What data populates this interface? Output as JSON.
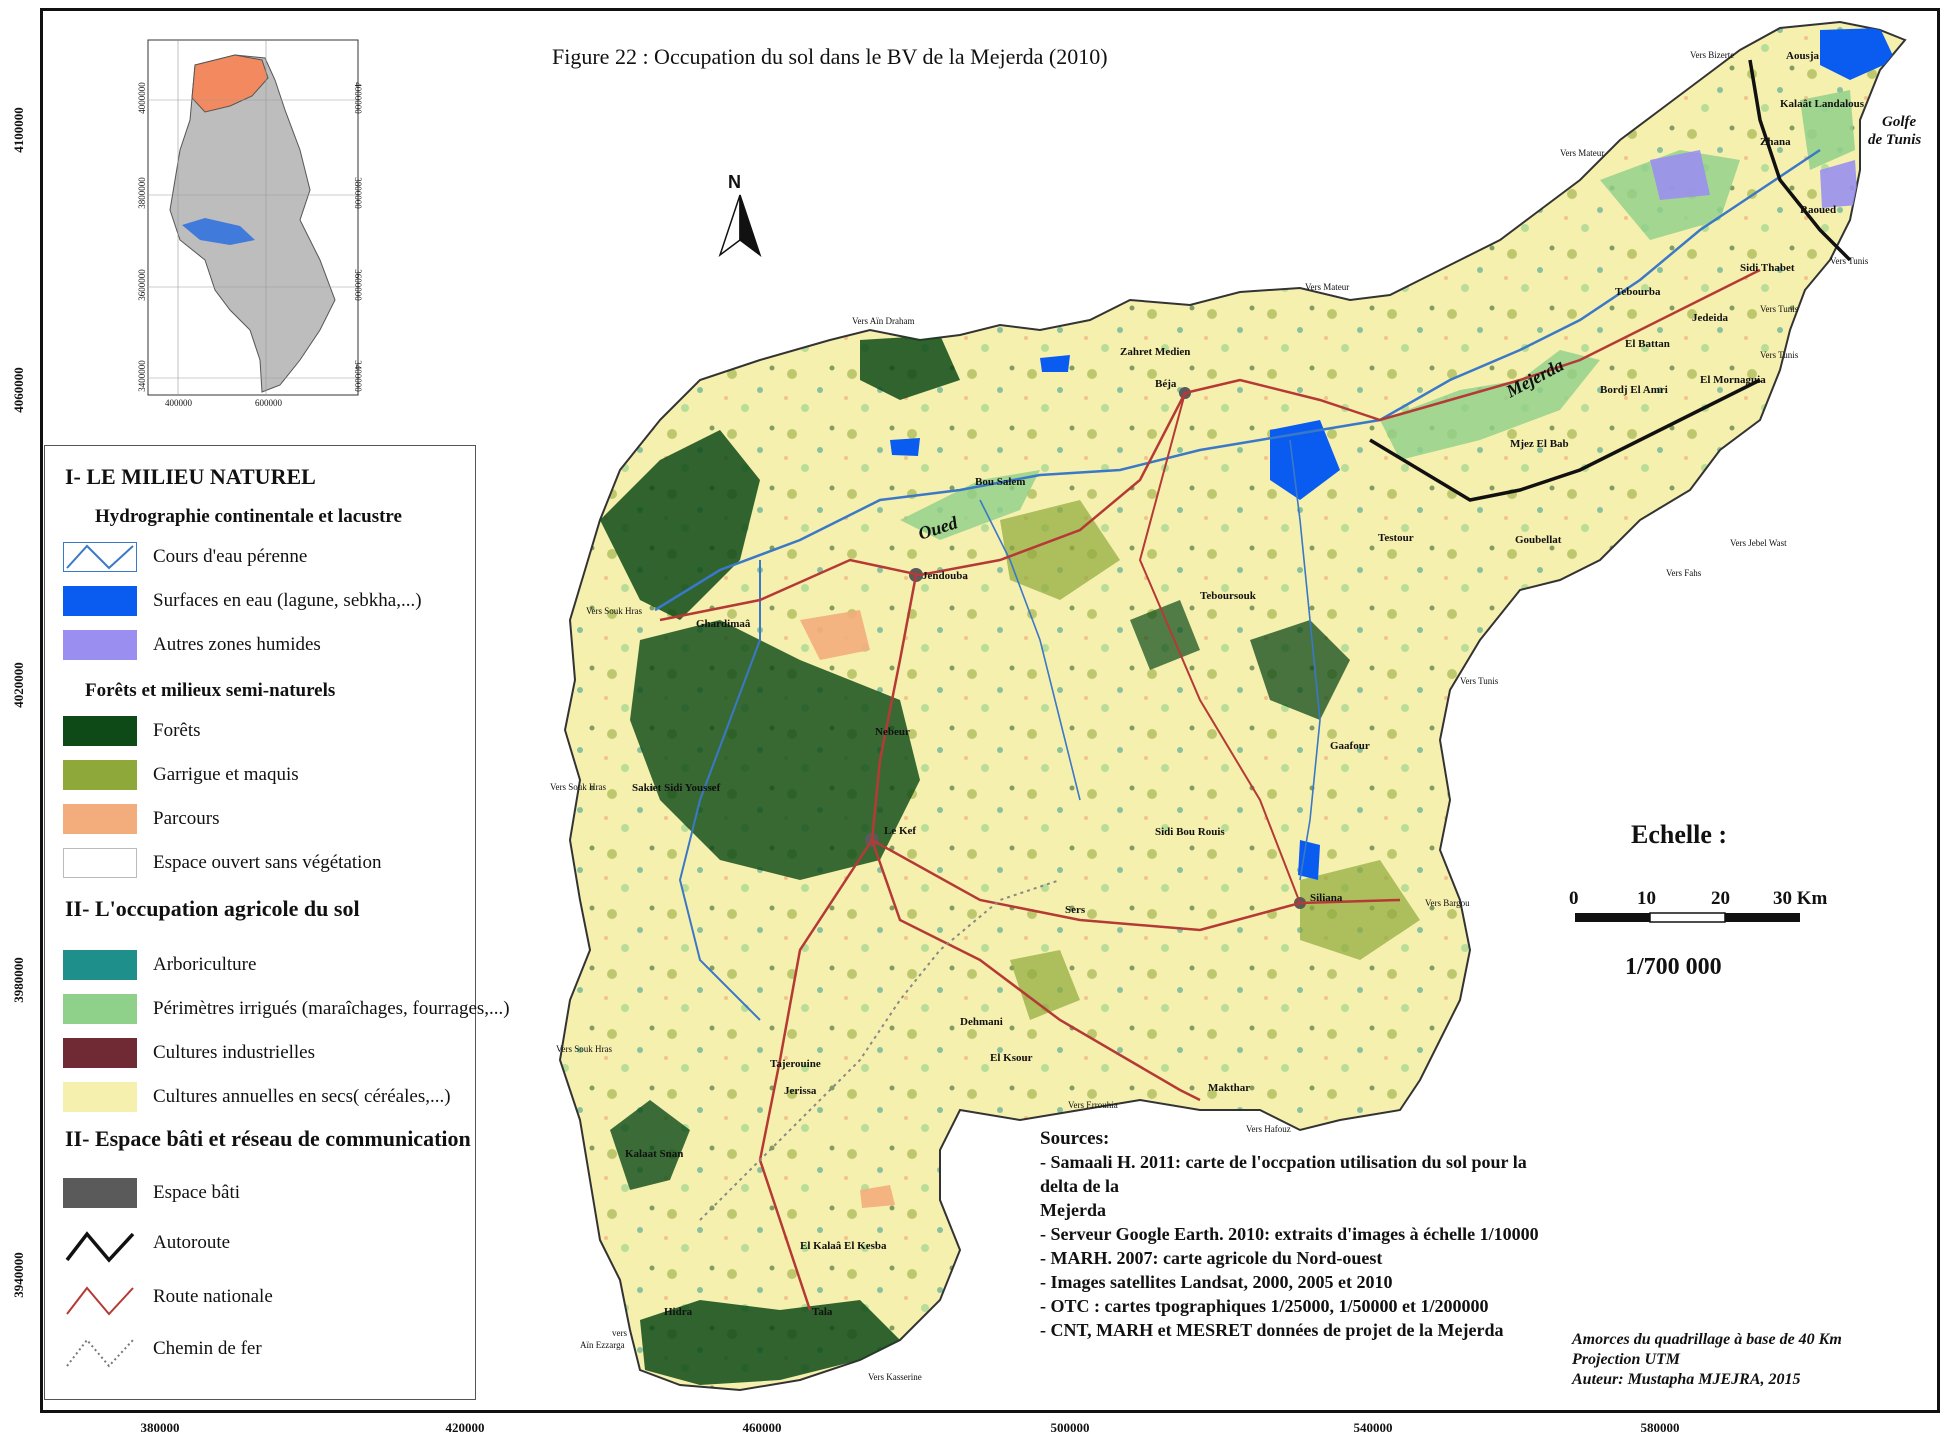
{
  "title": "Figure 22 : Occupation du sol dans le BV de la Mejerda (2010)",
  "axes": {
    "y_ticks": [
      "4100000",
      "4060000",
      "4020000",
      "3980000",
      "3940000"
    ],
    "x_ticks": [
      "380000",
      "420000",
      "460000",
      "500000",
      "540000",
      "580000"
    ]
  },
  "inset": {
    "x_ticks": [
      "400000",
      "600000"
    ],
    "y_ticks_left": [
      "4000000",
      "3800000",
      "3600000",
      "3400000"
    ],
    "y_ticks_right": [
      "4000000",
      "3800000",
      "3600000",
      "3400000"
    ]
  },
  "north_arrow": {
    "label": "N"
  },
  "legend": {
    "section1": "I- LE MILIEU NATUREL",
    "sub1": "Hydrographie continentale et lacustre",
    "items1": [
      {
        "label": "Cours d'eau pérenne",
        "color": "#3a78c8",
        "kind": "river"
      },
      {
        "label": "Surfaces en eau (lagune, sebkha,...)",
        "color": "#0a5cf0",
        "kind": "fill"
      },
      {
        "label": "Autres zones humides",
        "color": "#9a8ff0",
        "kind": "fill"
      }
    ],
    "sub2": "Forêts et milieux semi-naturels",
    "items2": [
      {
        "label": "Forêts",
        "color": "#0d4a18",
        "kind": "fill"
      },
      {
        "label": "Garrigue et maquis",
        "color": "#8ea83a",
        "kind": "fill"
      },
      {
        "label": "Parcours",
        "color": "#f3ad7c",
        "kind": "fill"
      },
      {
        "label": "Espace ouvert sans végétation",
        "color": "#ffffff",
        "kind": "fill"
      }
    ],
    "section2": "II- L'occupation agricole du sol",
    "items3": [
      {
        "label": "Arboriculture",
        "color": "#1f8f8c",
        "kind": "fill"
      },
      {
        "label": "Périmètres irrigués (maraîchages, fourrages,...)",
        "color": "#8fd08a",
        "kind": "fill"
      },
      {
        "label": "Cultures industrielles",
        "color": "#6f2a34",
        "kind": "fill"
      },
      {
        "label": "Cultures annuelles en secs( céréales,...)",
        "color": "#f6f0ae",
        "kind": "fill"
      }
    ],
    "section3": "II- Espace bâti et réseau de communication",
    "items4": [
      {
        "label": "Espace bâti",
        "color": "#5a5a5a",
        "kind": "fill"
      },
      {
        "label": "Autoroute",
        "color": "#111111",
        "kind": "motorway"
      },
      {
        "label": "Route nationale",
        "color": "#b53a36",
        "kind": "road"
      },
      {
        "label": "Chemin de fer",
        "color": "#777777",
        "kind": "rail"
      }
    ]
  },
  "scale": {
    "title": "Echelle :",
    "labels": [
      "0",
      "10",
      "20",
      "30 Km"
    ],
    "ratio": "1/700 000"
  },
  "sources": {
    "title": "Sources:",
    "lines": [
      "- Samaali H. 2011: carte de l'occpation utilisation du sol pour la delta de la",
      "Mejerda",
      "- Serveur Google Earth. 2010: extraits d'images à échelle 1/10000",
      "- MARH. 2007: carte agricole du Nord-ouest",
      "- Images satellites Landsat, 2000, 2005 et 2010",
      "- OTC : cartes tpographiques 1/25000, 1/50000 et 1/200000",
      "- CNT, MARH et MESRET données de projet de la Mejerda"
    ]
  },
  "credits": [
    "Amorces du quadrillage à base de 40 Km",
    "Projection UTM",
    "Auteur: Mustapha MJEJRA, 2015"
  ],
  "places": [
    {
      "name": "Jendouba",
      "cls": ""
    },
    {
      "name": "Bou Salem",
      "cls": ""
    },
    {
      "name": "Béja",
      "cls": ""
    },
    {
      "name": "Le Kef",
      "cls": ""
    },
    {
      "name": "Siliana",
      "cls": ""
    },
    {
      "name": "Tebourba",
      "cls": ""
    },
    {
      "name": "Mjez El Bab",
      "cls": ""
    },
    {
      "name": "Testour",
      "cls": ""
    },
    {
      "name": "Gaafour",
      "cls": ""
    },
    {
      "name": "Sidi Bou Rouis",
      "cls": ""
    },
    {
      "name": "Sers",
      "cls": ""
    },
    {
      "name": "Dehmani",
      "cls": ""
    },
    {
      "name": "El Ksour",
      "cls": ""
    },
    {
      "name": "Makthar",
      "cls": ""
    },
    {
      "name": "Tajerouine",
      "cls": ""
    },
    {
      "name": "Jerissa",
      "cls": ""
    },
    {
      "name": "Kalaat Snan",
      "cls": ""
    },
    {
      "name": "El Kalaâ El Kesba",
      "cls": ""
    },
    {
      "name": "Tala",
      "cls": ""
    },
    {
      "name": "Hidra",
      "cls": ""
    },
    {
      "name": "Nebeur",
      "cls": ""
    },
    {
      "name": "Sakiet Sidi Youssef",
      "cls": ""
    },
    {
      "name": "Ghardimaâ",
      "cls": ""
    },
    {
      "name": "Zahret Medien",
      "cls": ""
    },
    {
      "name": "Teboursouk",
      "cls": ""
    },
    {
      "name": "Goubellat",
      "cls": ""
    },
    {
      "name": "Bordj El Amri",
      "cls": ""
    },
    {
      "name": "El Mornaguia",
      "cls": ""
    },
    {
      "name": "El Battan",
      "cls": ""
    },
    {
      "name": "Jedeida",
      "cls": ""
    },
    {
      "name": "Sidi Thabet",
      "cls": ""
    },
    {
      "name": "Raoued",
      "cls": ""
    },
    {
      "name": "Kalaât Landalous",
      "cls": ""
    },
    {
      "name": "Zhana",
      "cls": ""
    },
    {
      "name": "Aousja",
      "cls": ""
    },
    {
      "name": "Vers Bizerte",
      "cls": "small"
    },
    {
      "name": "Vers Mateur",
      "cls": "small"
    },
    {
      "name": "Vers Mateur",
      "cls": "small"
    },
    {
      "name": "Vers Tunis",
      "cls": "small"
    },
    {
      "name": "Vers Tunis",
      "cls": "small"
    },
    {
      "name": "Vers Tunis",
      "cls": "small"
    },
    {
      "name": "Vers Tunis",
      "cls": "small"
    },
    {
      "name": "Vers Jebel Wast",
      "cls": "small"
    },
    {
      "name": "Vers Fahs",
      "cls": "small"
    },
    {
      "name": "Vers Bargou",
      "cls": "small"
    },
    {
      "name": "Vers Hafouz",
      "cls": "small"
    },
    {
      "name": "Vers Errouhia",
      "cls": "small"
    },
    {
      "name": "Vers Kasserine",
      "cls": "small"
    },
    {
      "name": "vers",
      "cls": "small"
    },
    {
      "name": "Aïn Ezzarga",
      "cls": "small"
    },
    {
      "name": "Vers Souk Hras",
      "cls": "small"
    },
    {
      "name": "Vers Souk Hras",
      "cls": "small"
    },
    {
      "name": "Vers Souk Hras",
      "cls": "small"
    },
    {
      "name": "Vers Aïn Draham",
      "cls": "small"
    },
    {
      "name": "Golfe",
      "cls": "water"
    },
    {
      "name": "de Tunis",
      "cls": "water"
    },
    {
      "name": "Mejerda",
      "cls": "river"
    },
    {
      "name": "Oued",
      "cls": "river"
    }
  ]
}
